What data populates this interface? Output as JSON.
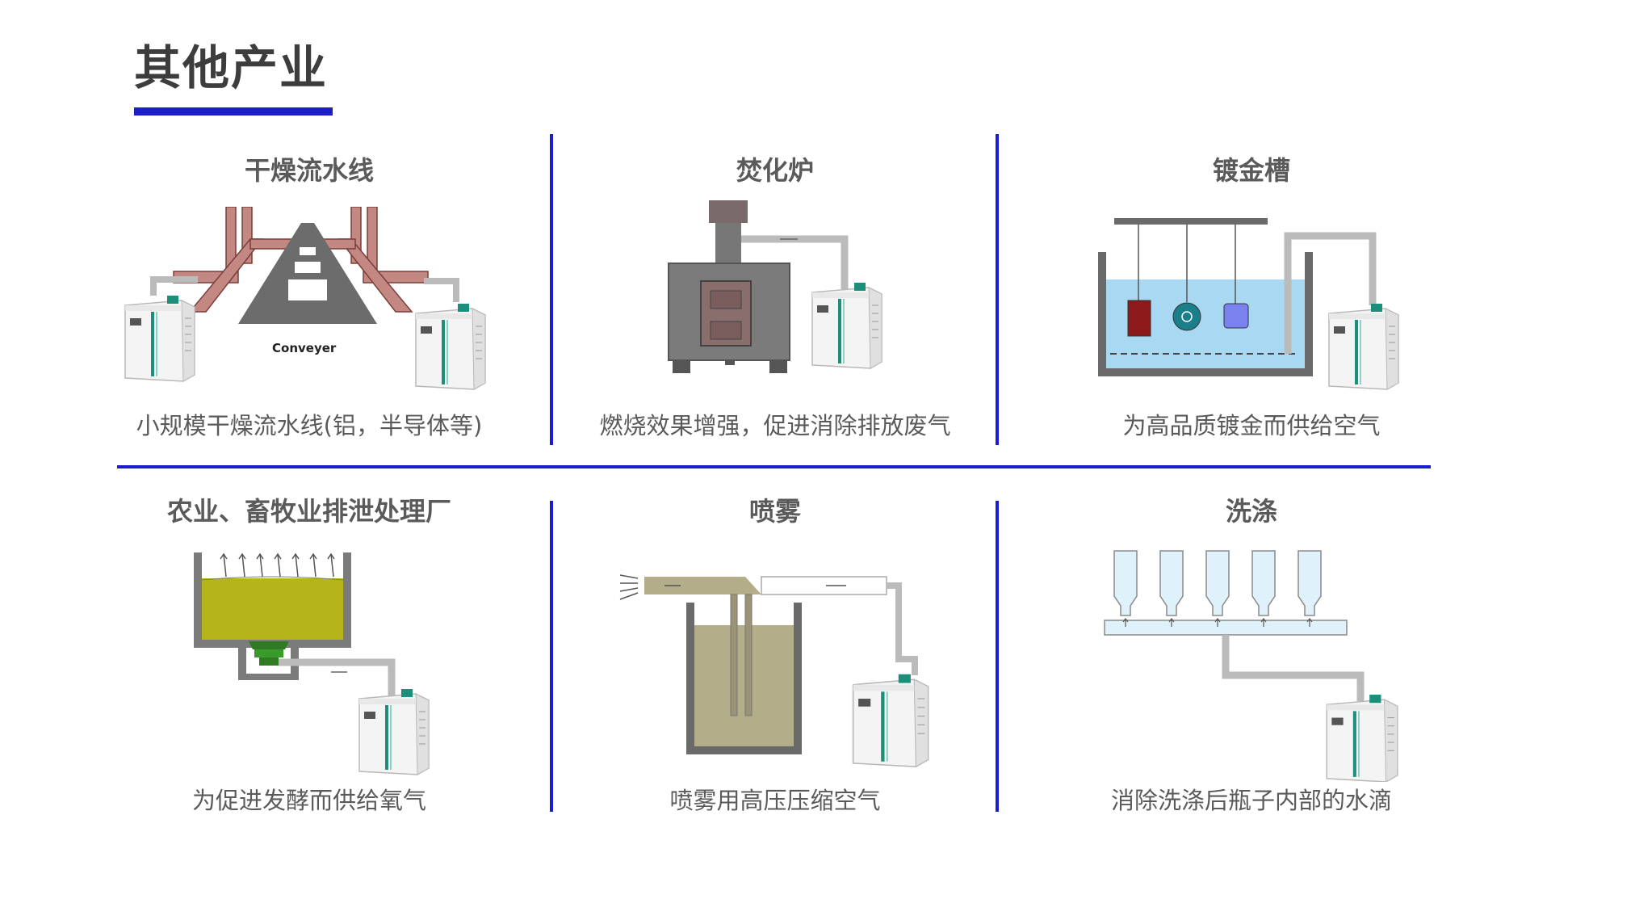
{
  "page": {
    "title": "其他产业"
  },
  "colors": {
    "accent": "#1c1ccf",
    "text": "#5a5a5a",
    "title": "#3d3d3d"
  },
  "cells": [
    {
      "title": "干燥流水线",
      "caption": "小规模干燥流水线(铝，半导体等)",
      "label": "Conveyer"
    },
    {
      "title": "焚化炉",
      "caption": "燃烧效果增强，促进消除排放废气"
    },
    {
      "title": "镀金槽",
      "caption": "为高品质镀金而供给空气"
    },
    {
      "title": "农业、畜牧业排泄处理厂",
      "caption": "为促进发酵而供给氧气"
    },
    {
      "title": "喷雾",
      "caption": "喷雾用高压压缩空气"
    },
    {
      "title": "洗涤",
      "caption": "消除洗涤后瓶子内部的水滴"
    }
  ]
}
